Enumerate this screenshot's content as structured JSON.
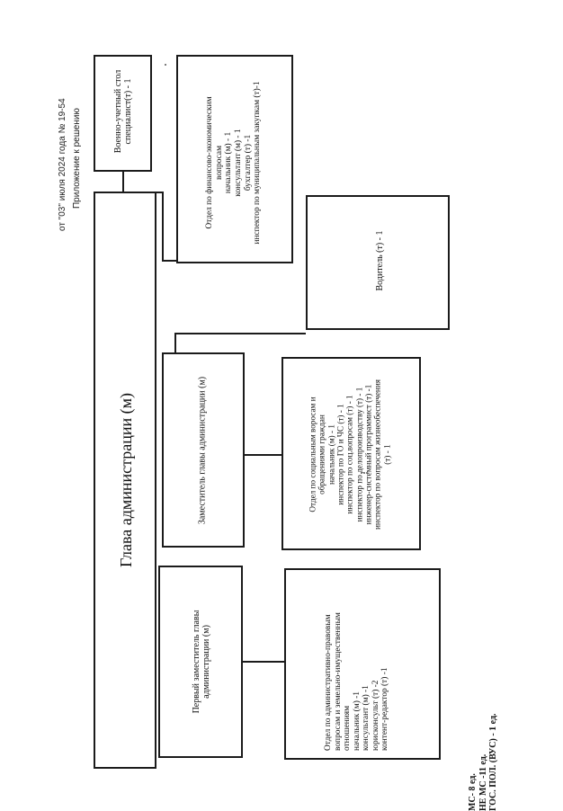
{
  "stamp": {
    "line1": "Приложение к решению",
    "line2": "от \"03\" июля 2024 года № 19-54"
  },
  "head": {
    "title": "Глава администрации (м)"
  },
  "boxes": {
    "military": {
      "lines": [
        "Военно-учетный стол",
        "специалист(т) - 1"
      ]
    },
    "finance": {
      "lines": [
        "Отдел по финансово-экономическим",
        "вопросам",
        "начальник (м) - 1",
        "консультант (м) - 1",
        "бухгалтер (т) -1",
        "инспектор по муниципальным закупкам (т)-1"
      ]
    },
    "driver": {
      "lines": [
        "Водитель (т) - 1"
      ]
    },
    "deputy": {
      "lines": [
        "Заместитель главы администрации (м)"
      ]
    },
    "social": {
      "lines": [
        "Отдел по социальным воросам и",
        "обращениями граждан",
        "начальник (м) - 1",
        "инспектор по ГО и ЧС (т) - 1",
        "инспектор по соц.вопросам (т) - 1",
        "инспектор по делопроизводству (т) - 1",
        "инженер-системный программист (т) -1",
        "инспектор по вопросам жизнеобеспечения",
        "(т) - 1"
      ]
    },
    "first_deputy": {
      "lines": [
        "Первый заместитель главы",
        "администрации (м)"
      ]
    },
    "admin_legal": {
      "lines": [
        "Отдел по административно-правовым",
        "вопросам и земельно-имущественным",
        "отношениям",
        "начальник (м) -1",
        "консультант (м) -1",
        "юрисконсульт (т) -2",
        "контент-редактор (т) -1"
      ]
    }
  },
  "summary": {
    "lines": [
      "МС- 8 ед.",
      "НЕ МС -11 ед.",
      "ГОС. ПОЛ. (ВУС) - 1 ед."
    ]
  }
}
